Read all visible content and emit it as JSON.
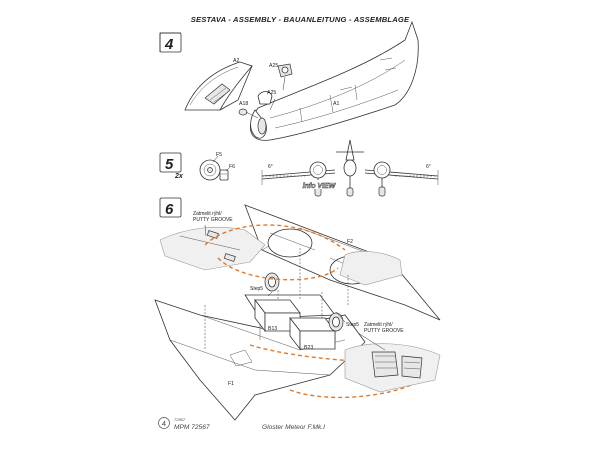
{
  "header": {
    "title": "SESTAVA -  ASSEMBLY - BAUANLEITUNG - ASSEMBLAGE"
  },
  "steps": [
    {
      "number": "4"
    },
    {
      "number": "5",
      "multiplier": "2x"
    },
    {
      "number": "6"
    }
  ],
  "parts": {
    "a1": "A1",
    "a2": "A2",
    "a25_top": "A25",
    "a25_mid": "A25",
    "a18": "A18",
    "f5": "F5",
    "f6": "F6",
    "f2": "F2",
    "f1": "F1",
    "b13": "B13",
    "b23": "B23",
    "step5_left": "Step5",
    "step5_right": "Step5"
  },
  "notes": {
    "putty_left_line1": "Zatmelit rýhl/",
    "putty_left_line2": "PUTTY GROOVE",
    "putty_right_line1": "Zatmelit rýhl/",
    "putty_right_line2": "PUTTY GROOVE",
    "dihedral_left": "6°",
    "dihedral_right": "6°",
    "info_view": "info VIEW"
  },
  "footer": {
    "page_number": "4",
    "page_suffix": "72567",
    "brand": "MPM 72567",
    "model": "Gloster Meteor F.Mk.I"
  },
  "colors": {
    "accent_arrow": "#e07a2a",
    "ink": "#222222"
  }
}
